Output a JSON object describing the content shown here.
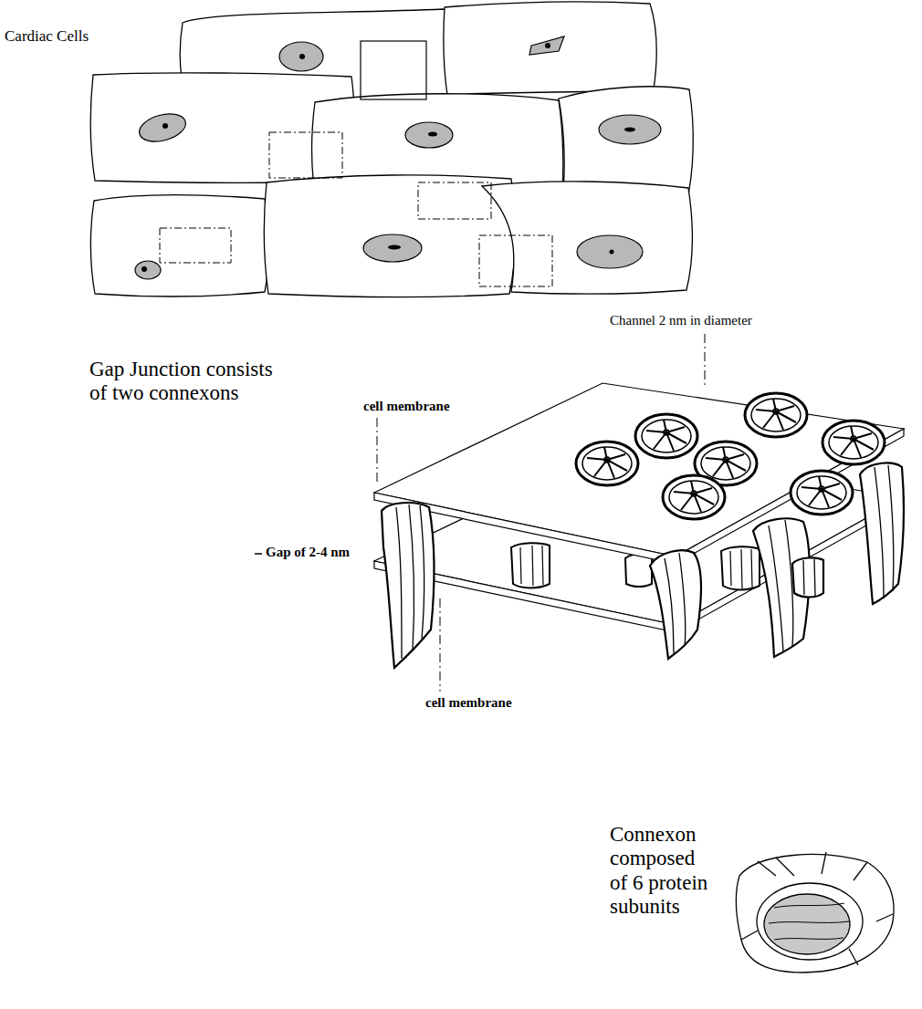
{
  "diagram": {
    "labels": [
      "Cardiac Cells",
      "Channel 2 nm in diameter",
      "Gap Junction consists of two connexons",
      "cell membrane",
      "Gap of 2-4 nm",
      "cell membrane",
      "Connexon composed of 6 protein subunits"
    ]
  }
}
